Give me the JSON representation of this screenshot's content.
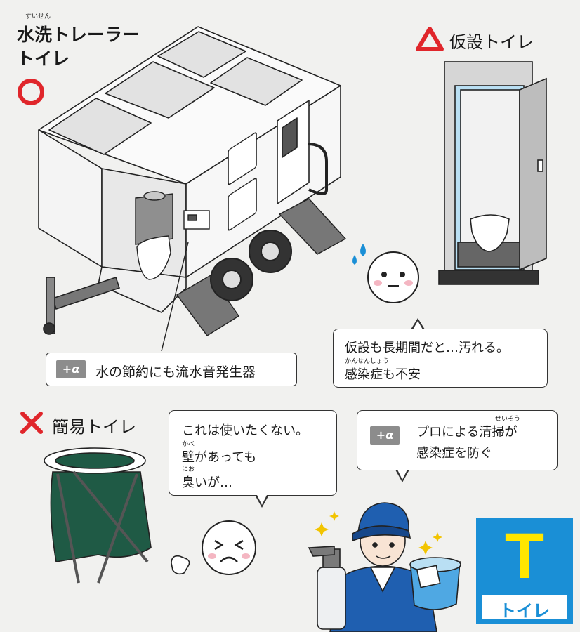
{
  "trailer": {
    "ruby": "すいせん",
    "title_line1": "水洗トレーラー",
    "title_line2": "トイレ",
    "mark_color": "#e0262b",
    "note": {
      "badge": "+α",
      "text": "水の節約にも流水音発生器"
    }
  },
  "temporary": {
    "title": "仮設トイレ",
    "mark_color": "#e0262b",
    "bubble_line1": "仮設も長期間だと…汚れる。",
    "bubble_ruby": "かんせんしょう",
    "bubble_line2": "感染症も不安"
  },
  "simple": {
    "title": "簡易トイレ",
    "mark_color": "#e0262b",
    "bubble_line1": "これは使いたくない。",
    "bubble_ruby2": "かべ",
    "bubble_line2": "壁があっても",
    "bubble_ruby3": "にお",
    "bubble_line3": "臭いが…"
  },
  "cleaning": {
    "badge": "+α",
    "ruby": "せいそう",
    "line1": "プロによる清掃が",
    "line2": "感染症を防ぐ"
  },
  "logo": {
    "letter": "T",
    "label": "トイレ",
    "bg_color": "#1a8fd6",
    "letter_color": "#ffe600"
  },
  "colors": {
    "badge_gray": "#8c8c8c",
    "bag_green": "#1f5a45",
    "booth_blue": "#b9dff3",
    "cap_blue": "#1f5fb0"
  }
}
